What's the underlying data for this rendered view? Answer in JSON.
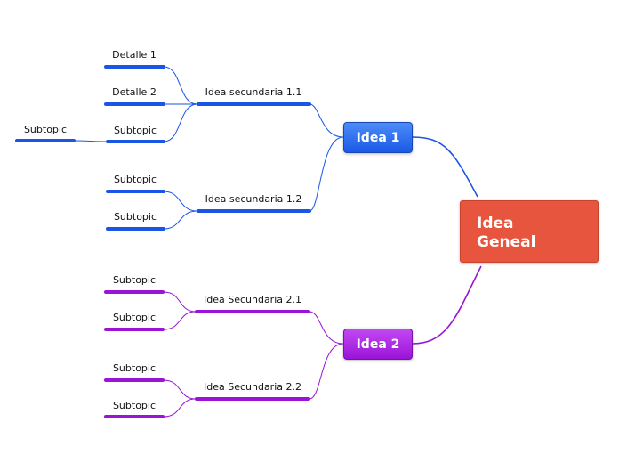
{
  "central": {
    "line1": "Idea",
    "line2": "Geneal"
  },
  "colors": {
    "blue": "#1a55e6",
    "purple": "#9a14d8",
    "central": "#e8553f"
  },
  "branches": [
    {
      "label": "Idea 1",
      "secondary": [
        {
          "label": "Idea secundaria 1.1",
          "children": [
            {
              "label": "Detalle 1"
            },
            {
              "label": "Detalle 2"
            },
            {
              "label": "Subtopic",
              "children": [
                {
                  "label": "Subtopic"
                }
              ]
            }
          ]
        },
        {
          "label": "Idea secundaria 1.2",
          "children": [
            {
              "label": "Subtopic"
            },
            {
              "label": "Subtopic"
            }
          ]
        }
      ]
    },
    {
      "label": "Idea 2",
      "secondary": [
        {
          "label": "Idea Secundaria 2.1",
          "children": [
            {
              "label": "Subtopic"
            },
            {
              "label": "Subtopic"
            }
          ]
        },
        {
          "label": "Idea Secundaria 2.2",
          "children": [
            {
              "label": "Subtopic"
            },
            {
              "label": "Subtopic"
            }
          ]
        }
      ]
    }
  ]
}
